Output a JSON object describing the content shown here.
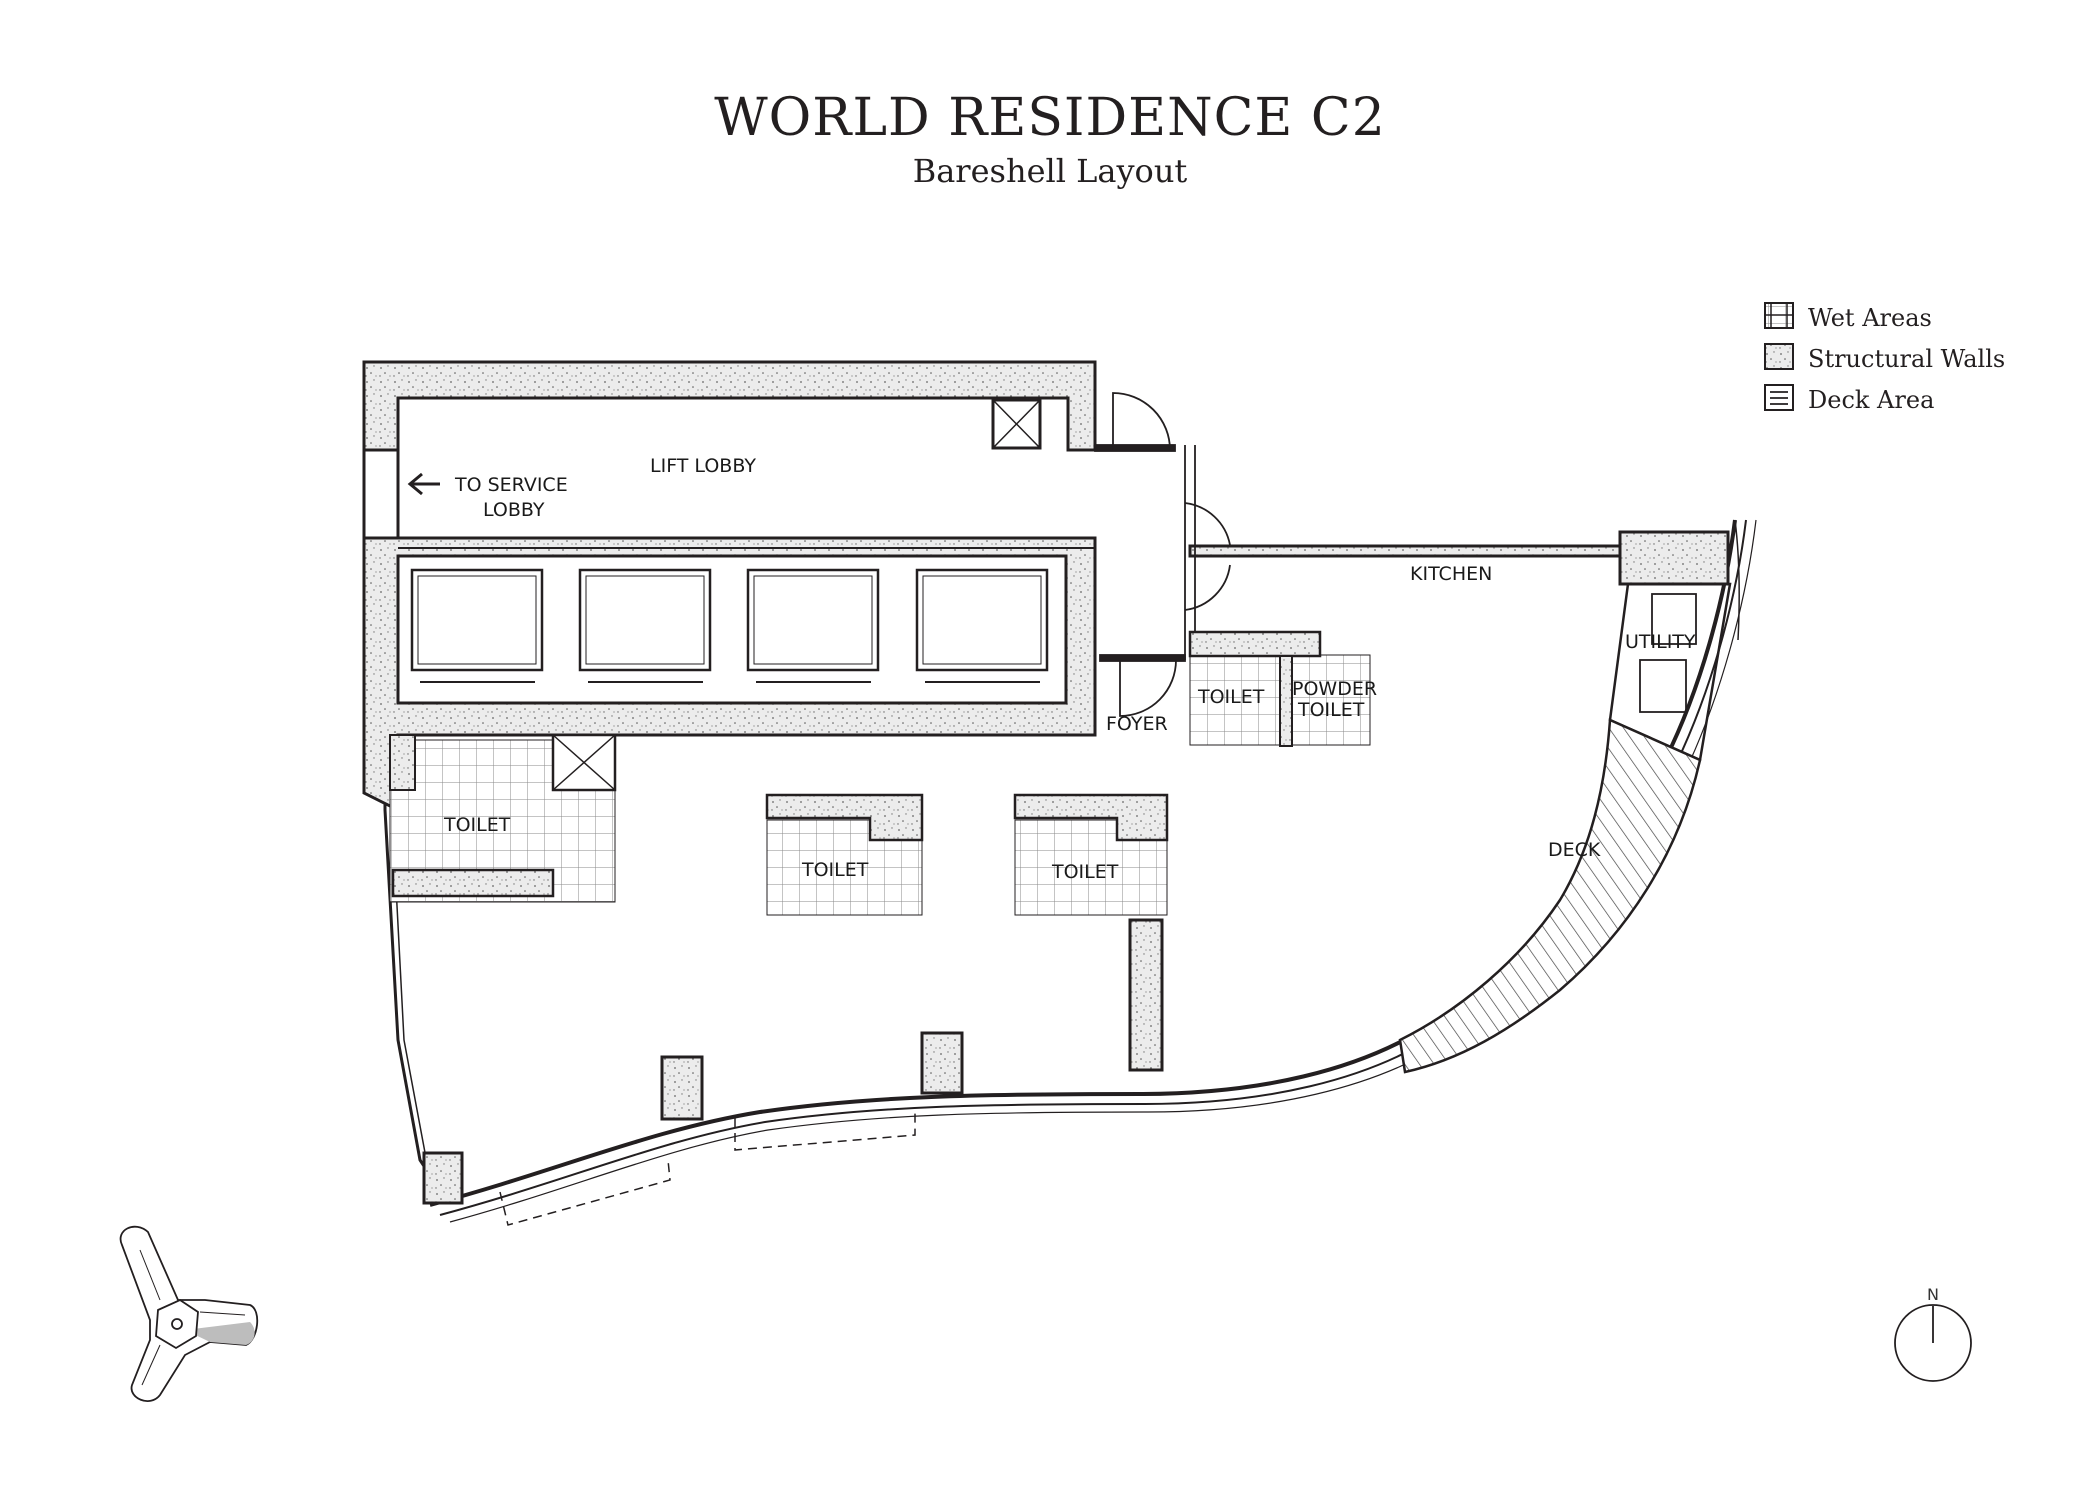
{
  "title": "WORLD RESIDENCE C2",
  "subtitle": "Bareshell Layout",
  "legend": [
    {
      "label": "Wet Areas",
      "pattern": "grid"
    },
    {
      "label": "Structural Walls",
      "pattern": "speckle"
    },
    {
      "label": "Deck Area",
      "pattern": "lines"
    }
  ],
  "rooms": {
    "lift_lobby": "LIFT LOBBY",
    "to_service_lobby": "TO SERVICE",
    "to_service_lobby_2": "LOBBY",
    "kitchen": "KITCHEN",
    "utility": "UTILITY",
    "foyer": "FOYER",
    "toilet_foyer": "TOILET",
    "powder_toilet": "POWDER",
    "powder_toilet_2": "TOILET",
    "toilet_west": "TOILET",
    "toilet_center": "TOILET",
    "toilet_east": "TOILET",
    "deck": "DECK"
  },
  "north_label": "N",
  "colors": {
    "ink": "#231f20",
    "wall_fill": "#e9e9e9",
    "shade": "#bdbdbd"
  }
}
